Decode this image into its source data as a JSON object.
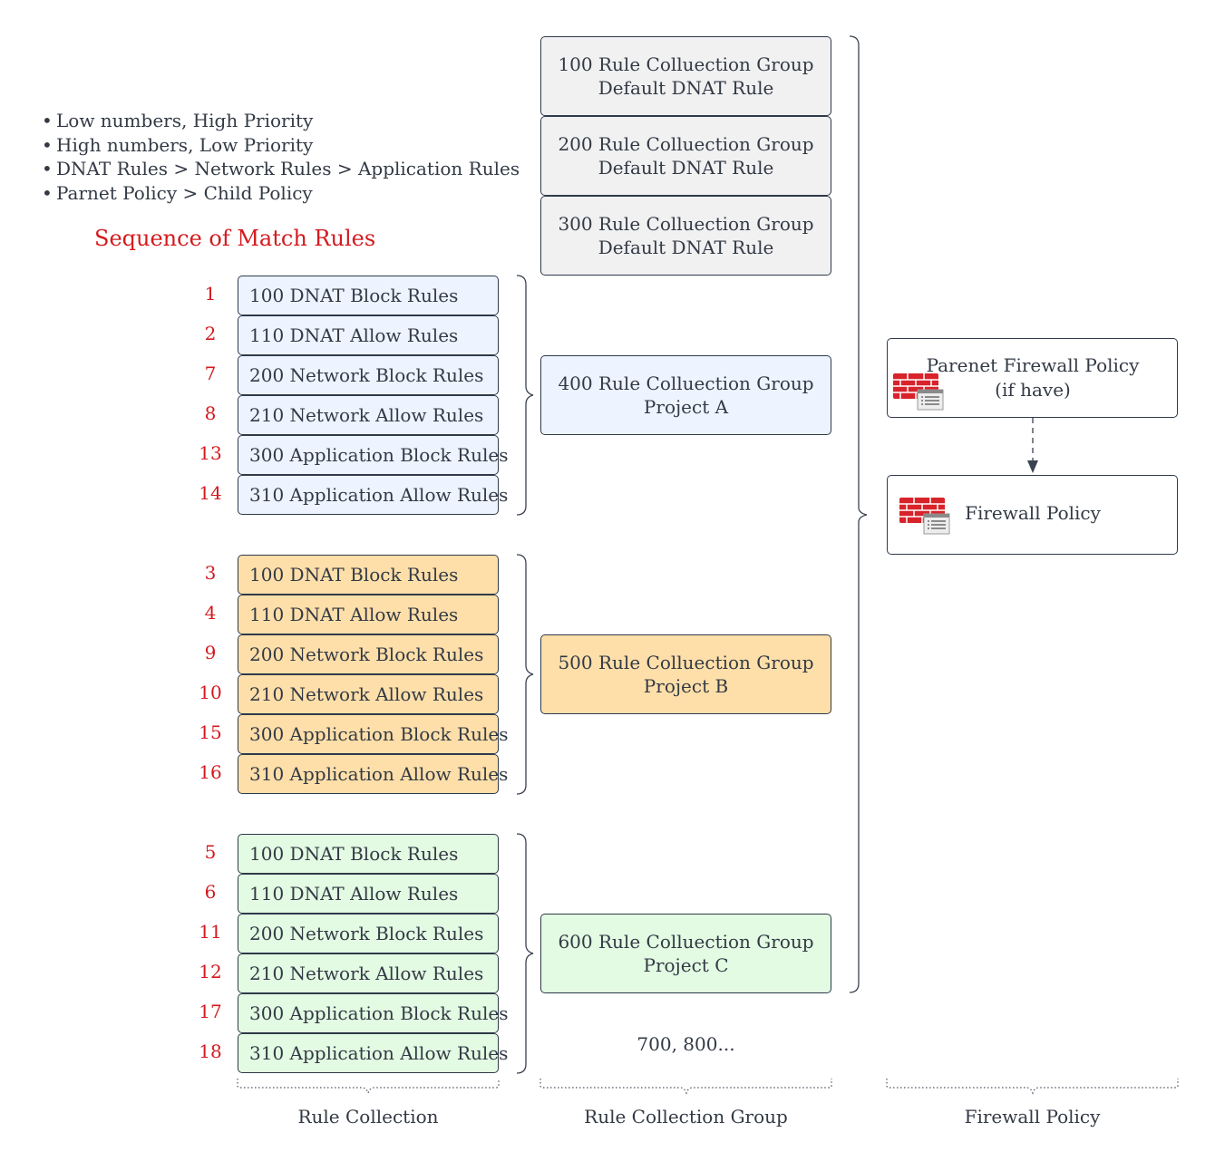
{
  "notes": [
    "Low numbers, High Priority",
    "High numbers, Low Priority",
    "DNAT Rules > Network Rules > Application Rules",
    "Parnet Policy > Child Policy"
  ],
  "bullet_char": "•",
  "sequence_title": "Sequence of Match Rules",
  "default_groups": [
    {
      "line1": "100 Rule Colluection Group",
      "line2": "Default DNAT Rule"
    },
    {
      "line1": "200 Rule Colluection Group",
      "line2": "Default DNAT Rule"
    },
    {
      "line1": "300 Rule Colluection Group",
      "line2": "Default DNAT Rule"
    }
  ],
  "projects": [
    {
      "color": "#edf4ff",
      "group_line1": "400 Rule Colluection Group",
      "group_line2": "Project A",
      "rules": [
        {
          "seq": "1",
          "label": "100 DNAT Block Rules"
        },
        {
          "seq": "2",
          "label": "110 DNAT Allow Rules"
        },
        {
          "seq": "7",
          "label": "200 Network Block Rules"
        },
        {
          "seq": "8",
          "label": "210 Network Allow Rules"
        },
        {
          "seq": "13",
          "label": "300 Application Block Rules"
        },
        {
          "seq": "14",
          "label": "310 Application Allow Rules"
        }
      ]
    },
    {
      "color": "#ffdfa9",
      "group_line1": "500 Rule Colluection Group",
      "group_line2": "Project B",
      "rules": [
        {
          "seq": "3",
          "label": "100 DNAT Block Rules"
        },
        {
          "seq": "4",
          "label": "110 DNAT Allow Rules"
        },
        {
          "seq": "9",
          "label": "200 Network Block Rules"
        },
        {
          "seq": "10",
          "label": "210 Network Allow Rules"
        },
        {
          "seq": "15",
          "label": "300 Application Block Rules"
        },
        {
          "seq": "16",
          "label": "310 Application Allow Rules"
        }
      ]
    },
    {
      "color": "#e3fae3",
      "group_line1": "600 Rule Colluection Group",
      "group_line2": "Project C",
      "rules": [
        {
          "seq": "5",
          "label": "100 DNAT Block Rules"
        },
        {
          "seq": "6",
          "label": "110 DNAT Allow Rules"
        },
        {
          "seq": "11",
          "label": "200 Network Block Rules"
        },
        {
          "seq": "12",
          "label": "210 Network Allow Rules"
        },
        {
          "seq": "17",
          "label": "300 Application Block Rules"
        },
        {
          "seq": "18",
          "label": "310 Application Allow Rules"
        }
      ]
    }
  ],
  "more_groups": "700, 800...",
  "parent_policy": {
    "line1": "Parenet Firewall Policy",
    "line2": "(if have)",
    "icon": "firewall-icon"
  },
  "firewall_policy": {
    "label": "Firewall Policy",
    "icon": "firewall-icon"
  },
  "column_labels": {
    "rule_collection": "Rule Collection",
    "rule_collection_group": "Rule Collection Group",
    "firewall_policy": "Firewall Policy"
  },
  "colors": {
    "sequence_red": "#d41a1f",
    "border": "#2f3a4a",
    "firewall_red": "#d8232a",
    "gray_group": "#f1f1f2"
  }
}
